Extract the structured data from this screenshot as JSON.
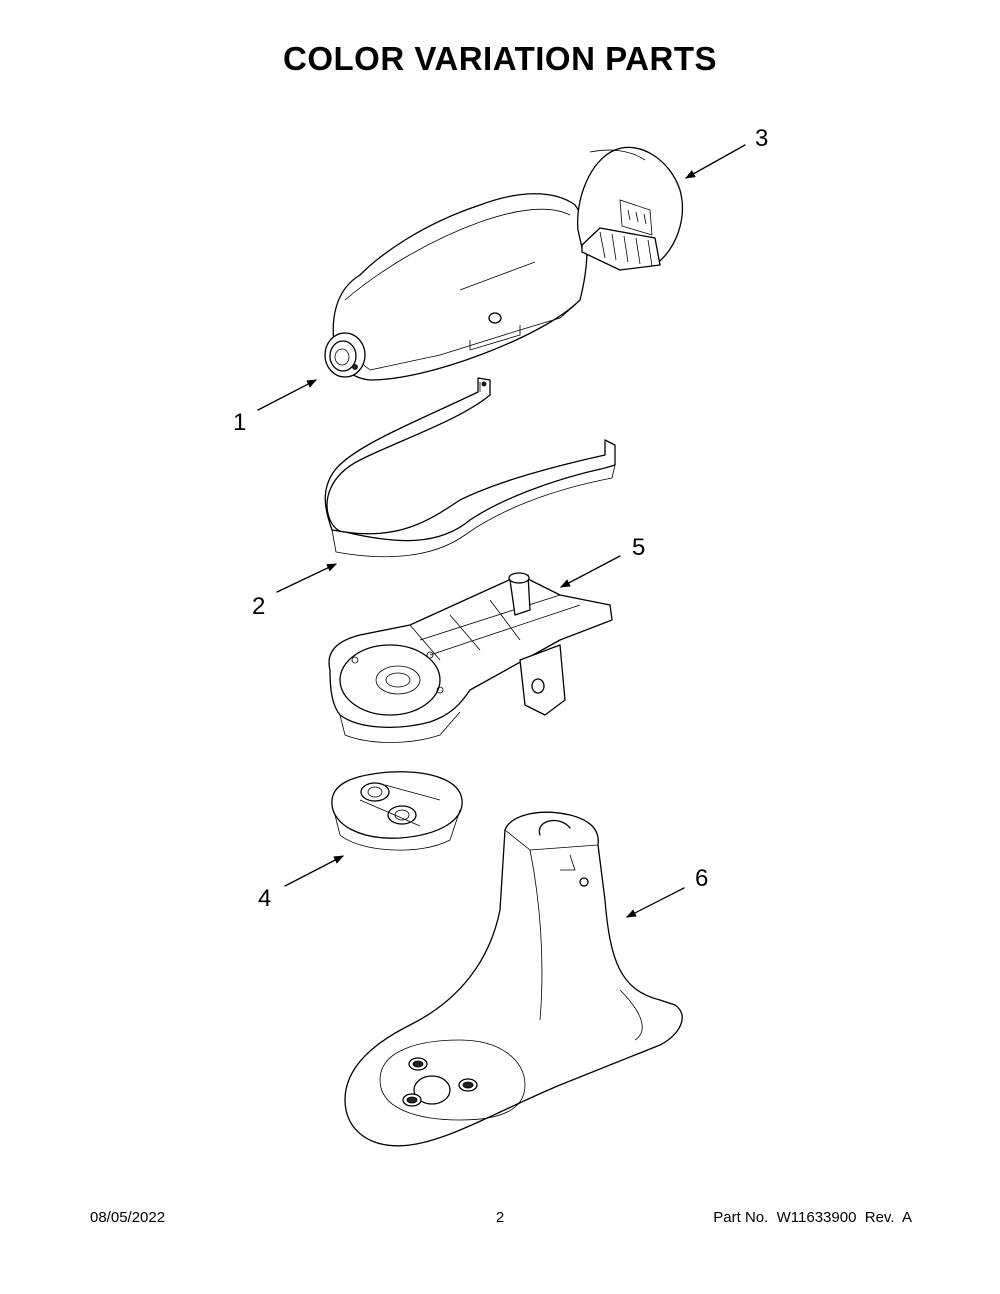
{
  "title": "COLOR VARIATION PARTS",
  "callouts": [
    {
      "number": "1",
      "part": "motor-housing"
    },
    {
      "number": "2",
      "part": "trim-band"
    },
    {
      "number": "3",
      "part": "rear-cover"
    },
    {
      "number": "4",
      "part": "bowl-clamp-plate"
    },
    {
      "number": "5",
      "part": "gear-housing-base"
    },
    {
      "number": "6",
      "part": "pedestal-base"
    }
  ],
  "footer": {
    "date": "08/05/2022",
    "page": "2",
    "part_number": "Part No.  W11633900  Rev.  A"
  }
}
